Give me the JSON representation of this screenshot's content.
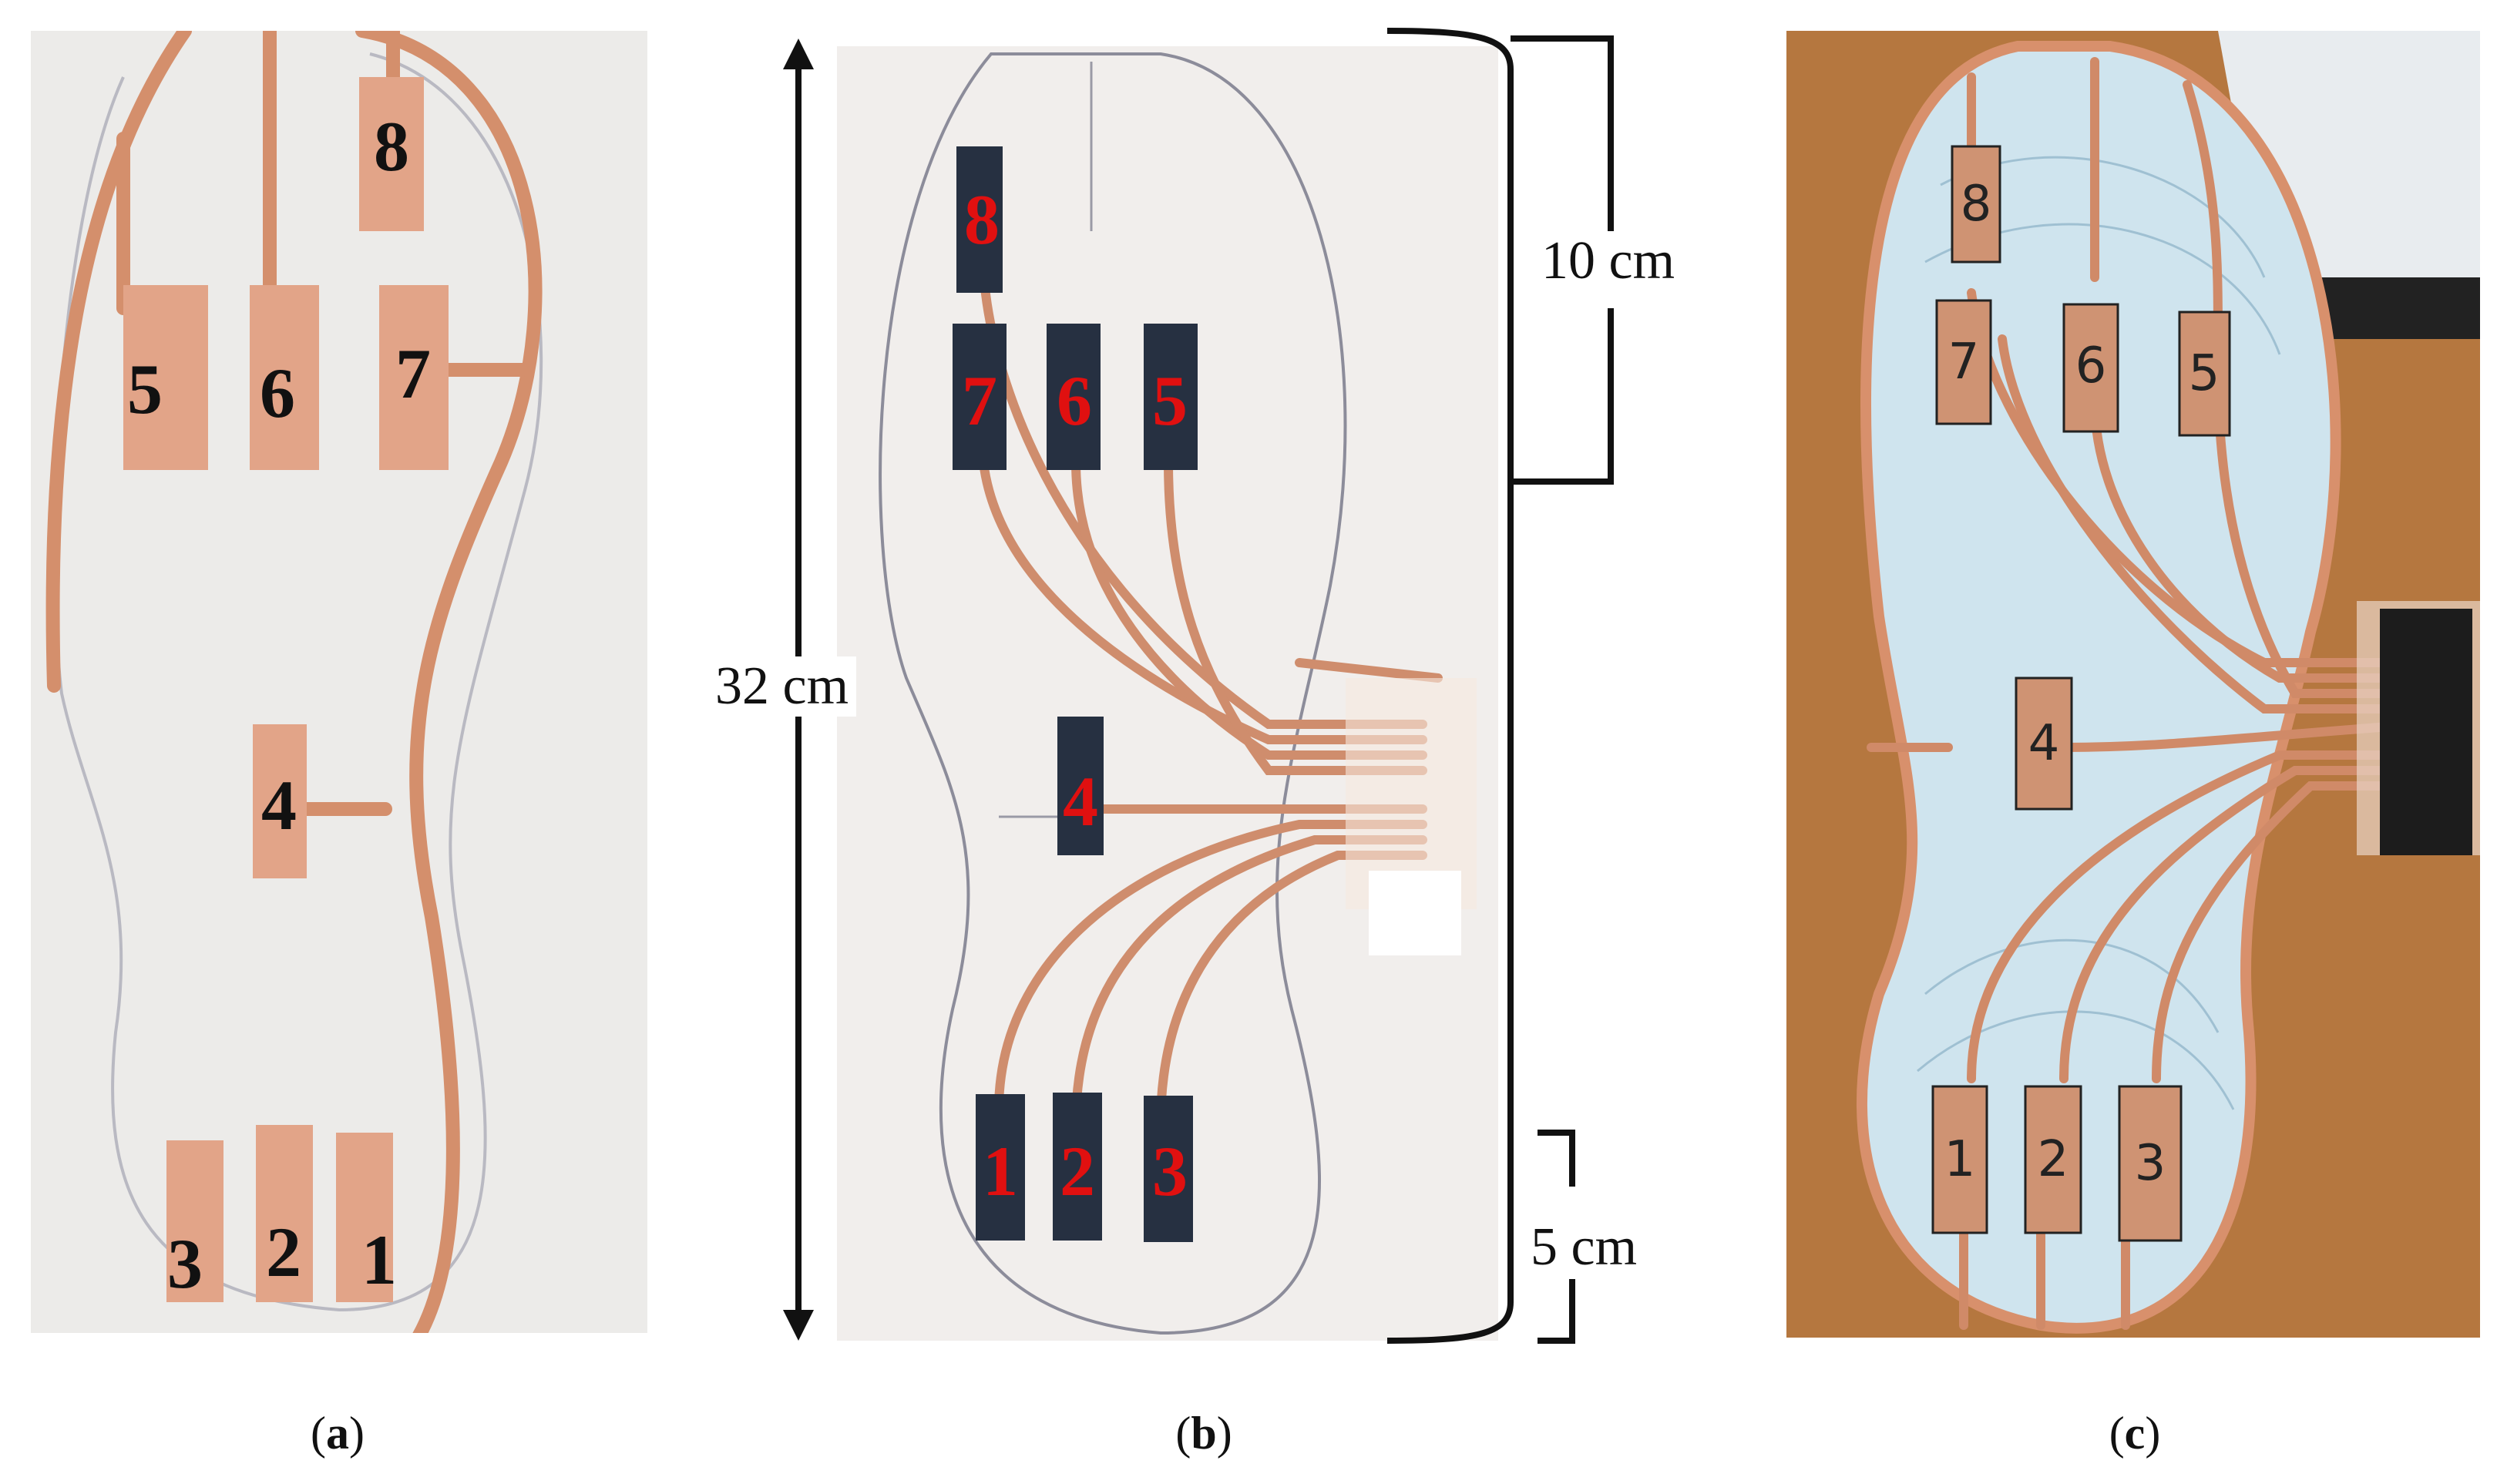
{
  "panel_a": {
    "sensors": [
      {
        "id": "8",
        "label": "8"
      },
      {
        "id": "5",
        "label": "5"
      },
      {
        "id": "6",
        "label": "6"
      },
      {
        "id": "7",
        "label": "7"
      },
      {
        "id": "4",
        "label": "4"
      },
      {
        "id": "3",
        "label": "3"
      },
      {
        "id": "2",
        "label": "2"
      },
      {
        "id": "1",
        "label": "1"
      }
    ],
    "caption_letter": "a"
  },
  "panel_b": {
    "sensors": [
      {
        "id": "8",
        "label": "8"
      },
      {
        "id": "7",
        "label": "7"
      },
      {
        "id": "6",
        "label": "6"
      },
      {
        "id": "5",
        "label": "5"
      },
      {
        "id": "4",
        "label": "4"
      },
      {
        "id": "1",
        "label": "1"
      },
      {
        "id": "2",
        "label": "2"
      },
      {
        "id": "3",
        "label": "3"
      }
    ],
    "caption_letter": "b",
    "measurements": {
      "total_length": "32 cm",
      "top_section": "10 cm",
      "bottom_section": "5 cm"
    }
  },
  "panel_c": {
    "sensors": [
      {
        "id": "8",
        "label": "8"
      },
      {
        "id": "7",
        "label": "7"
      },
      {
        "id": "6",
        "label": "6"
      },
      {
        "id": "5",
        "label": "5"
      },
      {
        "id": "4",
        "label": "4"
      },
      {
        "id": "1",
        "label": "1"
      },
      {
        "id": "2",
        "label": "2"
      },
      {
        "id": "3",
        "label": "3"
      }
    ],
    "caption_letter": "c"
  },
  "colors": {
    "copper": "#d8906c",
    "copper_trace": "#c98a6a",
    "electrode_dark": "#263041",
    "label_red": "#e01010",
    "insole_blue": "#cfe4ee",
    "wood": "#b5773f"
  }
}
